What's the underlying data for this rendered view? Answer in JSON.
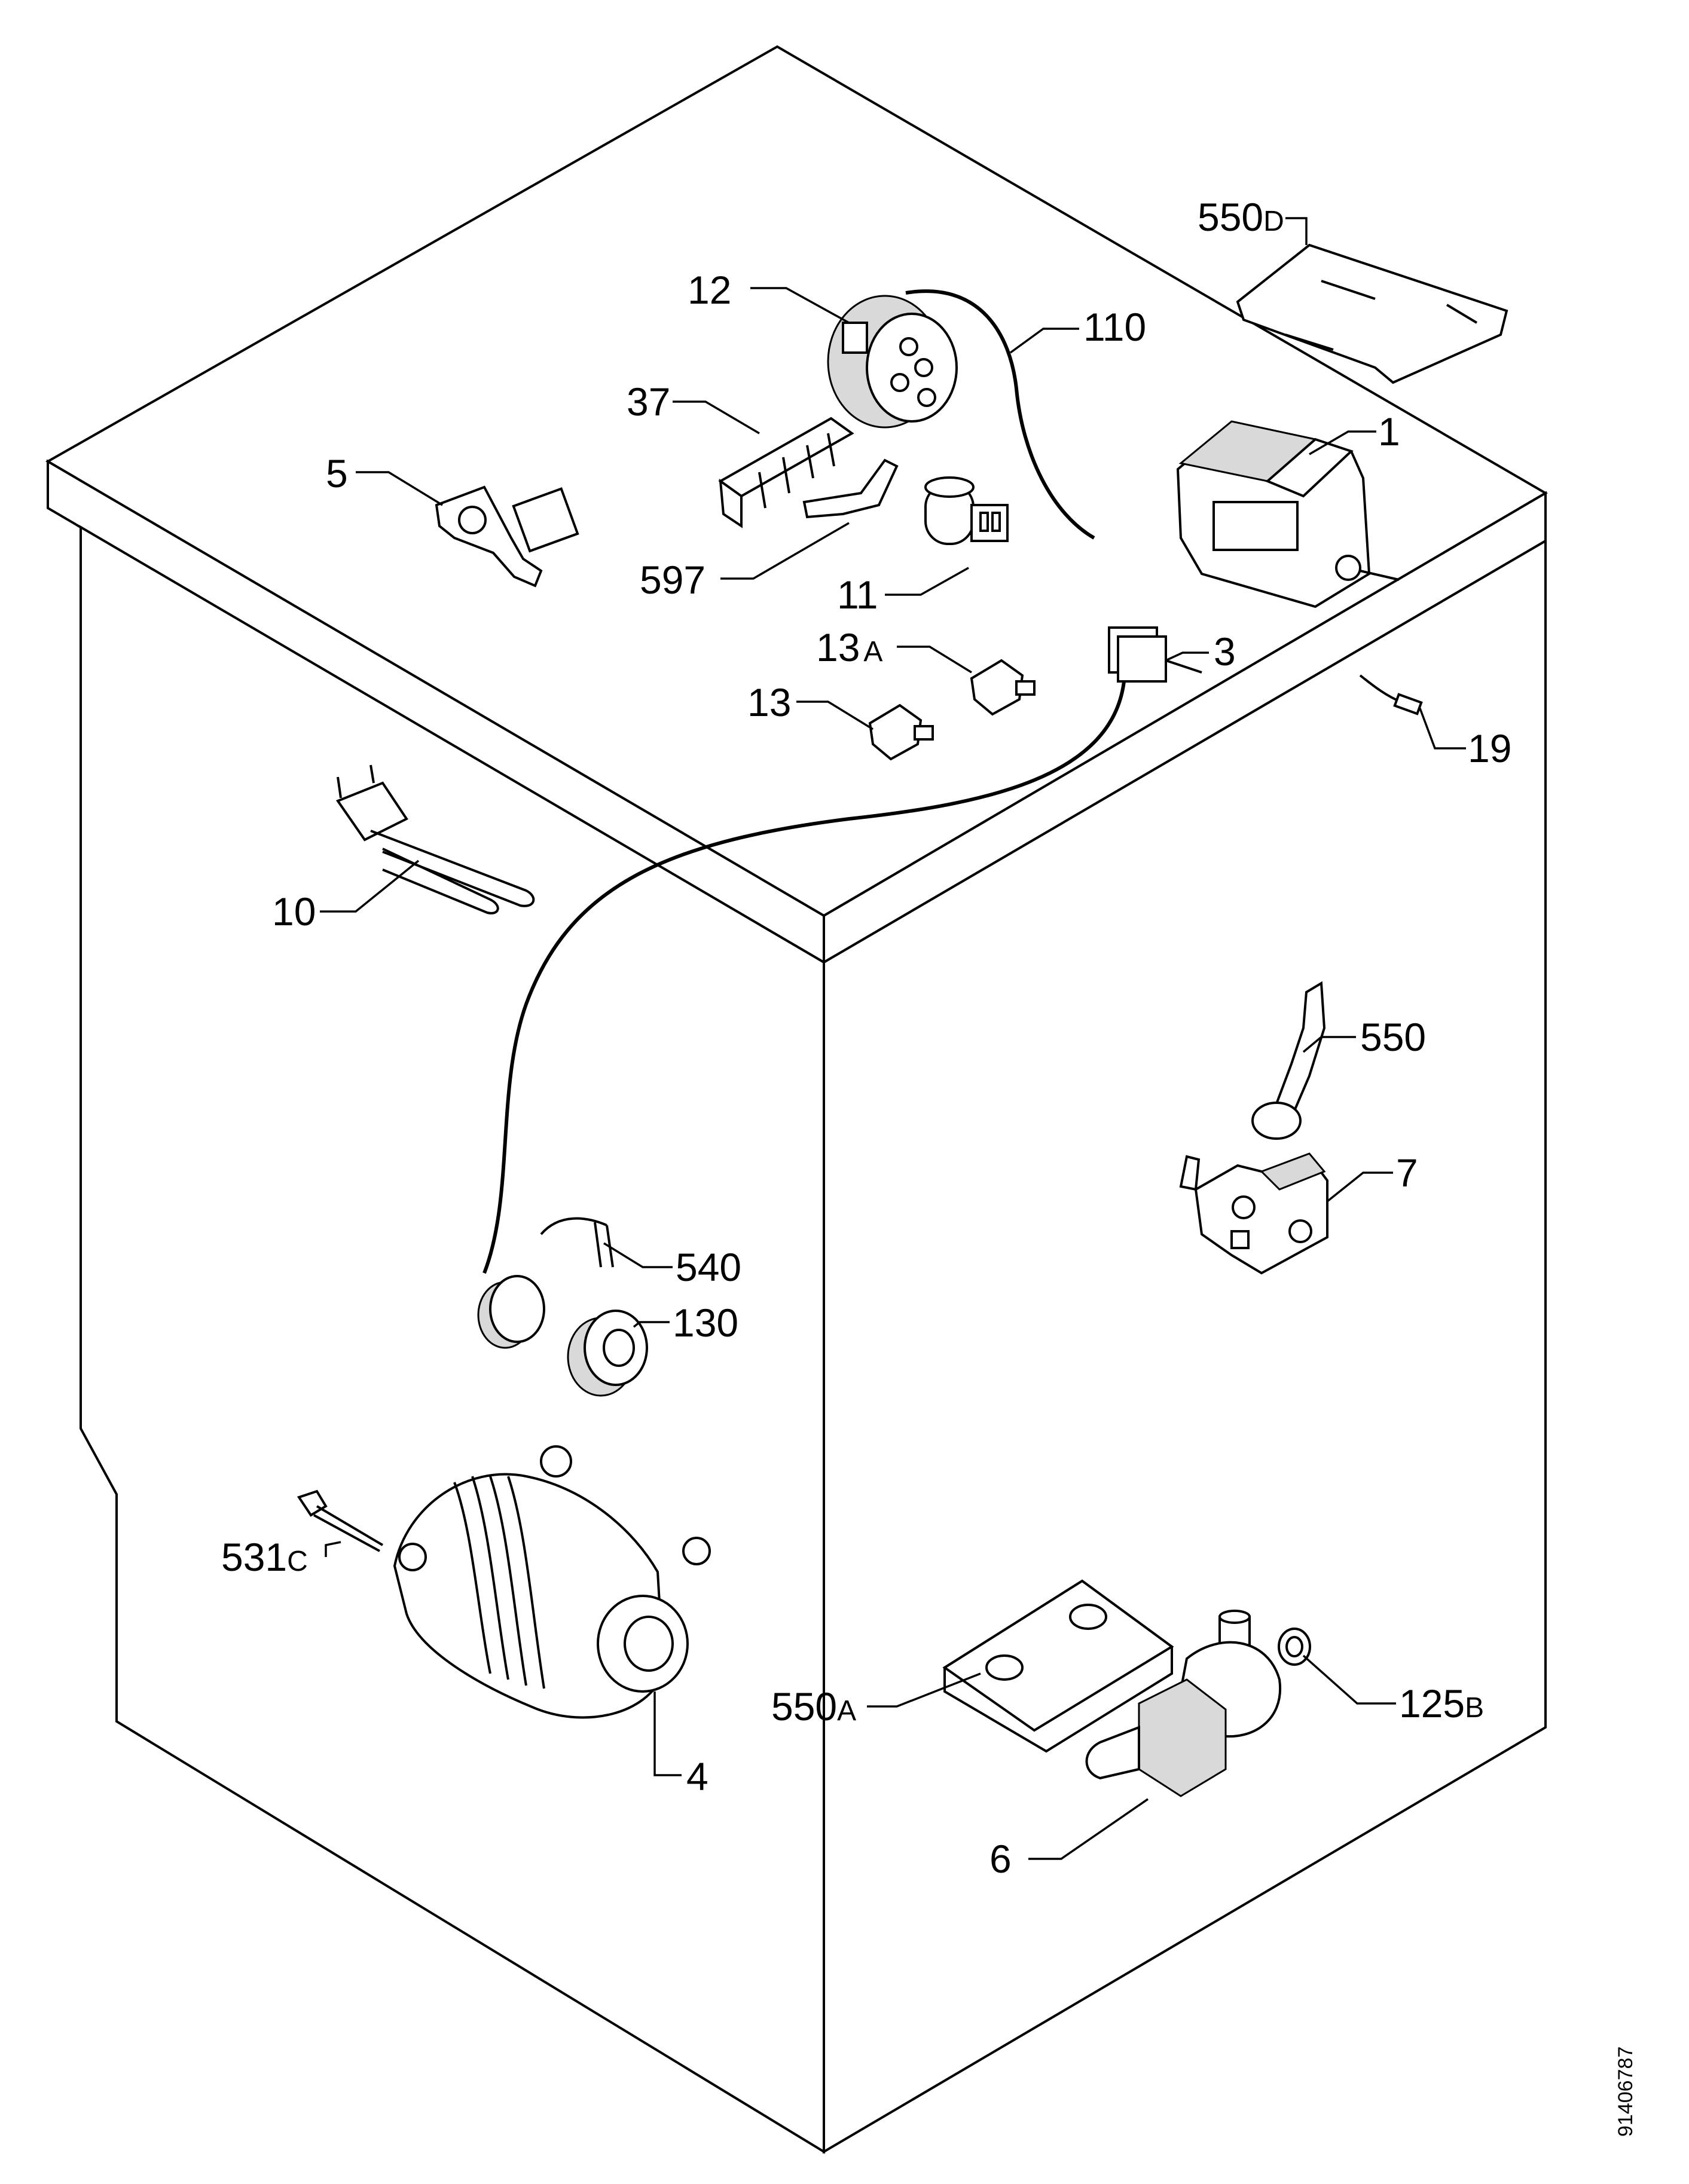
{
  "diagram": {
    "document_number": "91406787",
    "callouts": [
      {
        "id": "1",
        "text": "1"
      },
      {
        "id": "3",
        "text": "3"
      },
      {
        "id": "4",
        "text": "4"
      },
      {
        "id": "5",
        "text": "5"
      },
      {
        "id": "6",
        "text": "6"
      },
      {
        "id": "7",
        "text": "7"
      },
      {
        "id": "10",
        "text": "10"
      },
      {
        "id": "11",
        "text": "11"
      },
      {
        "id": "12",
        "text": "12"
      },
      {
        "id": "13",
        "text": "13"
      },
      {
        "id": "13A",
        "text": "13",
        "suffix": "A"
      },
      {
        "id": "19",
        "text": "19"
      },
      {
        "id": "37",
        "text": "37"
      },
      {
        "id": "110",
        "text": "110"
      },
      {
        "id": "125B",
        "text": "125",
        "suffix": "B"
      },
      {
        "id": "130",
        "text": "130"
      },
      {
        "id": "531C",
        "text": "531",
        "suffix": "C"
      },
      {
        "id": "540",
        "text": "540"
      },
      {
        "id": "550",
        "text": "550"
      },
      {
        "id": "550A",
        "text": "550",
        "suffix": "A"
      },
      {
        "id": "550D",
        "text": "550",
        "suffix": "D"
      },
      {
        "id": "597",
        "text": "597"
      }
    ]
  }
}
